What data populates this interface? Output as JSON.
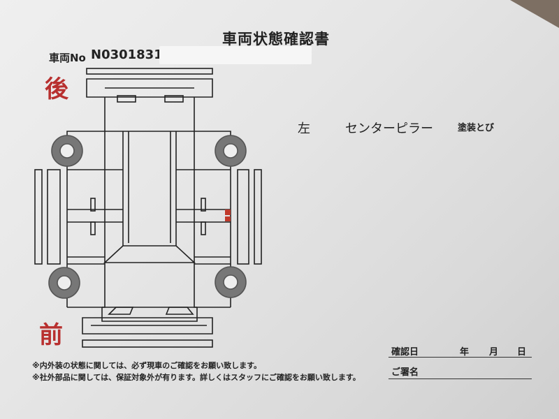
{
  "title": "車両状態確認書",
  "vehicle": {
    "label": "車両No",
    "number": "N0301831"
  },
  "orientation": {
    "rear": "後",
    "front": "前"
  },
  "finding": {
    "side": "左",
    "part": "センターピラー",
    "damage": "塗装とび"
  },
  "notes": [
    "※内外装の状態に関しては、必ず現車のご確認をお願い致します。",
    "※社外部品に関しては、保証対象外が有ります。詳しくはスタッフにご確認をお願い致します。"
  ],
  "confirmation": {
    "date_label": "確認日",
    "year": "年",
    "month": "月",
    "day": "日",
    "signature_label": "ご署名"
  },
  "colors": {
    "accent": "#b8302f",
    "damage_mark": "#c0392b"
  }
}
